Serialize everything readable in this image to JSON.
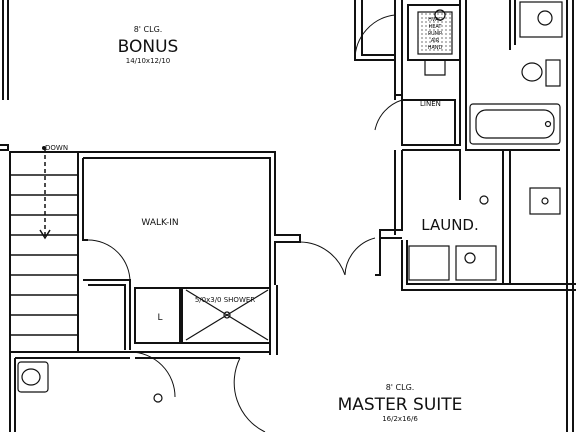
{
  "rooms": {
    "bonus": {
      "ceiling": "8' CLG.",
      "name": "BONUS",
      "size": "14/10x12/10"
    },
    "walk_in": {
      "name": "WALK-IN"
    },
    "stairs": {
      "direction": "DOWN"
    },
    "linen": {
      "name": "LINEN"
    },
    "laundry": {
      "name": "LAUND."
    },
    "shower": {
      "name": "5/0x3/0 SHOWER"
    },
    "toilet_closet": {
      "mark": "L"
    },
    "master_suite": {
      "ceiling": "8' CLG.",
      "name": "MASTER SUITE",
      "size": "16/2x16/6"
    }
  },
  "hvac_unit": {
    "lines": [
      "HVAC",
      "HEAT",
      "PUMP",
      "AIR",
      "HAND"
    ]
  },
  "colors": {
    "line": "#111111",
    "background": "#ffffff",
    "wall_fill": "#ffffff"
  }
}
